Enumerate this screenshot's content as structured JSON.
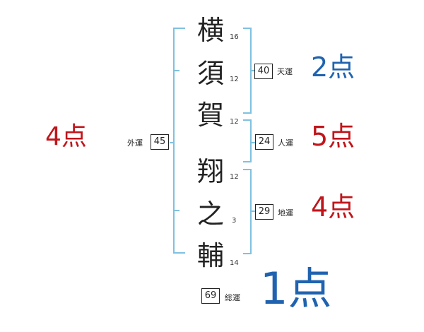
{
  "name_chars": [
    {
      "char": "横",
      "strokes": "16"
    },
    {
      "char": "須",
      "strokes": "12"
    },
    {
      "char": "賀",
      "strokes": "12"
    },
    {
      "char": "翔",
      "strokes": "12"
    },
    {
      "char": "之",
      "strokes": "3"
    },
    {
      "char": "輔",
      "strokes": "14"
    }
  ],
  "fortunes": {
    "tenkaku": {
      "value": "40",
      "label": "天運",
      "score": "2点"
    },
    "jinkaku": {
      "value": "24",
      "label": "人運",
      "score": "5点"
    },
    "chikaku": {
      "value": "29",
      "label": "地運",
      "score": "4点"
    },
    "gaikaku": {
      "value": "45",
      "label": "外運",
      "score": "4点"
    },
    "soukaku": {
      "value": "69",
      "label": "総運",
      "score": "1点"
    }
  },
  "colors": {
    "bracket": "#7fc1e0",
    "score_good": "#c0151b",
    "score_bad": "#1f63b0",
    "text": "#222222"
  }
}
